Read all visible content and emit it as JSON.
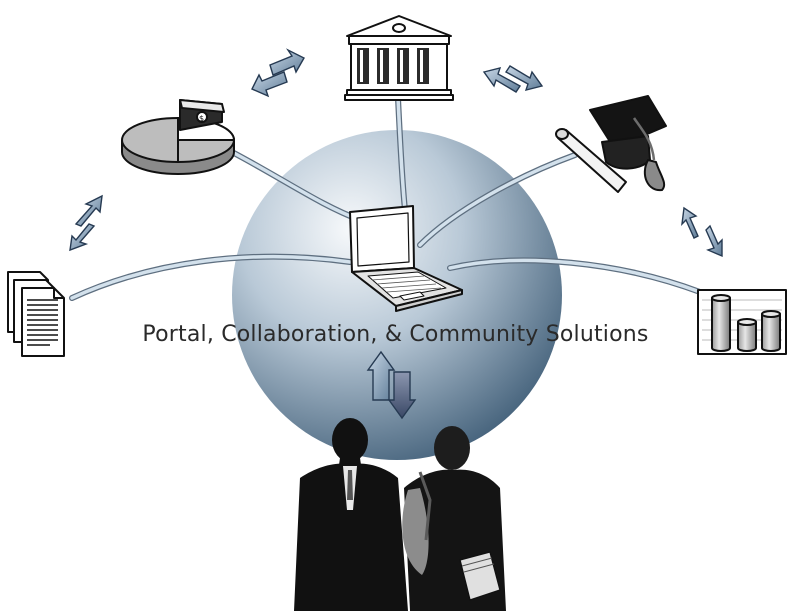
{
  "diagram": {
    "caption": "Portal, Collaboration, & Community Solutions",
    "nodes": [
      {
        "name": "laptop",
        "icon": "laptop-icon"
      },
      {
        "name": "bank",
        "icon": "bank-building-icon"
      },
      {
        "name": "finance",
        "icon": "pie-chart-with-money-icon"
      },
      {
        "name": "education",
        "icon": "graduation-cap-diploma-icon"
      },
      {
        "name": "documents",
        "icon": "document-stack-icon"
      },
      {
        "name": "reports",
        "icon": "bar-chart-report-icon"
      },
      {
        "name": "people",
        "icon": "people-silhouettes-icon"
      }
    ],
    "colors": {
      "sphere_light": "#f4f7fa",
      "sphere_mid": "#a9bccd",
      "sphere_dark": "#4d6a83",
      "arrow_fill": "#8aa6c0",
      "arrow_dark": "#52667d",
      "line": "#c9d9e6"
    }
  }
}
